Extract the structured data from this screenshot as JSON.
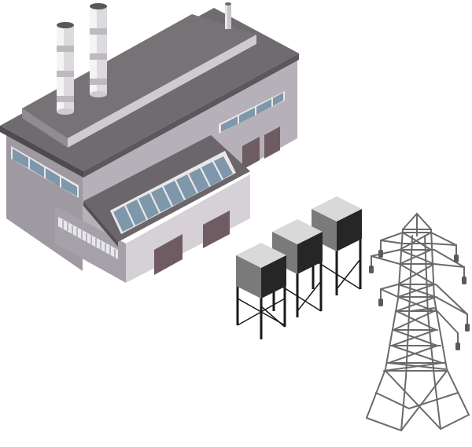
{
  "scene": {
    "background": "#ffffff",
    "objects": [
      "factory-building",
      "chimney",
      "chimney",
      "vent-pipe",
      "storage-tank",
      "storage-tank",
      "storage-tank",
      "power-transmission-tower"
    ],
    "colors": {
      "roof_dark": "#6f6b6f",
      "roof_edge": "#5d595d",
      "wall_light": "#c9c5cb",
      "wall_mid": "#a6a1a8",
      "wall_shade": "#8f8a92",
      "window_blue": "#7f97aa",
      "window_frame": "#e9e7ea",
      "door": "#6f5c62",
      "tank_top": "#d9d9d9",
      "tank_side_light": "#7a7a7a",
      "tank_side_dark": "#262626",
      "tower_steel": "#6a6a6a"
    }
  }
}
